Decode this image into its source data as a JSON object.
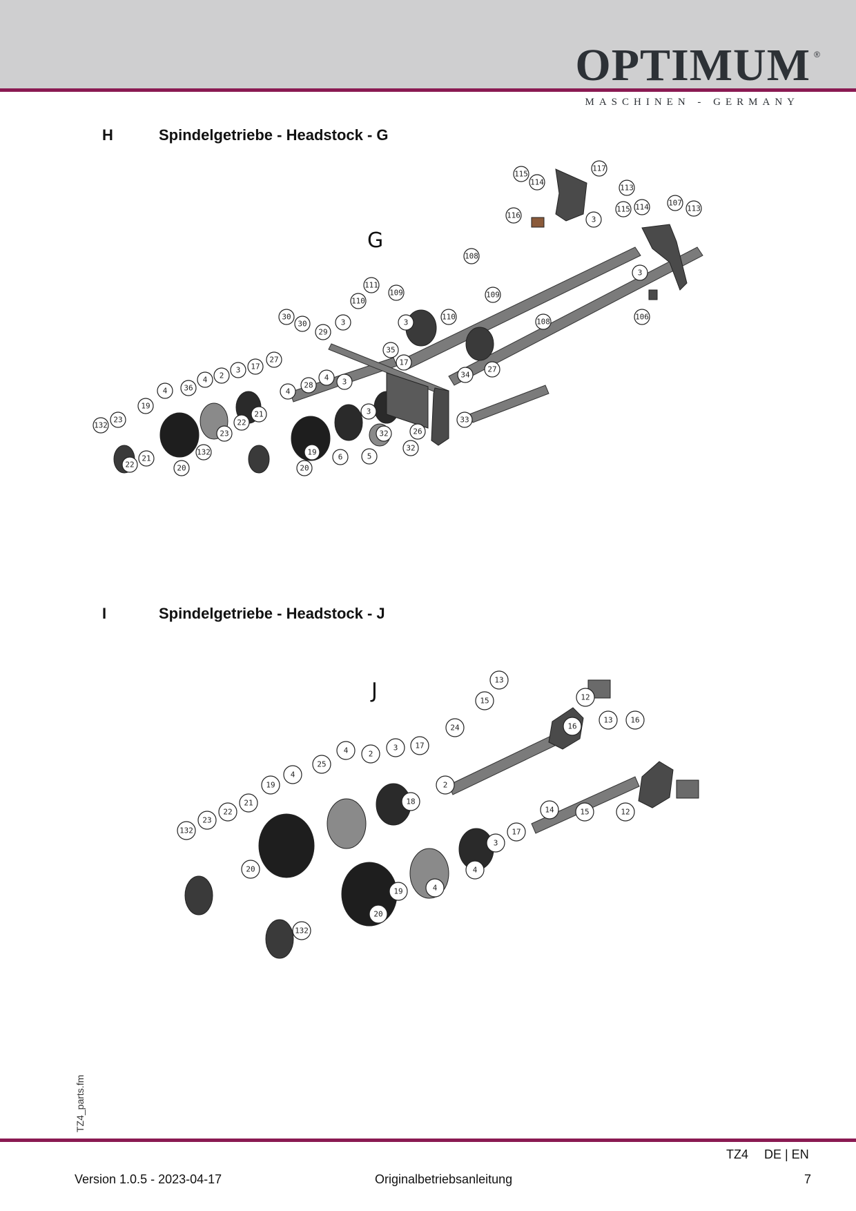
{
  "header": {
    "logo_word": "OPTIMUM",
    "logo_reg": "®",
    "logo_sub": "MASCHINEN - GERMANY"
  },
  "sections": [
    {
      "letter": "H",
      "title": "Spindelgetriebe - Headstock - G",
      "diagram_letter": "G"
    },
    {
      "letter": "I",
      "title": "Spindelgetriebe - Headstock - J",
      "diagram_letter": "J"
    }
  ],
  "diagram_g_callouts": [
    "115",
    "114",
    "117",
    "113",
    "115",
    "114",
    "107",
    "113",
    "116",
    "3",
    "108",
    "3",
    "106",
    "111",
    "109",
    "110",
    "109",
    "110",
    "108",
    "30",
    "30",
    "3",
    "29",
    "3",
    "35",
    "17",
    "27",
    "34",
    "27",
    "4",
    "36",
    "4",
    "2",
    "3",
    "17",
    "28",
    "4",
    "3",
    "33",
    "4",
    "19",
    "3",
    "32",
    "26",
    "132",
    "23",
    "22",
    "21",
    "23",
    "32",
    "21",
    "22",
    "132",
    "19",
    "6",
    "5",
    "20",
    "20"
  ],
  "diagram_j_callouts": [
    "13",
    "12",
    "15",
    "16",
    "24",
    "13",
    "16",
    "2",
    "3",
    "17",
    "4",
    "25",
    "4",
    "19",
    "21",
    "22",
    "23",
    "132",
    "18",
    "2",
    "14",
    "15",
    "12",
    "17",
    "3",
    "4",
    "20",
    "19",
    "4",
    "20",
    "132"
  ],
  "side_label": "TZ4_parts.fm",
  "footer": {
    "model": "TZ4",
    "lang": "DE | EN",
    "version": "Version 1.0.5 - 2023-04-17",
    "manual": "Originalbetriebsanleitung",
    "page": "7"
  },
  "colors": {
    "accent": "#8a1a52",
    "header_band": "#cfcfd0",
    "logo": "#2d3136"
  }
}
